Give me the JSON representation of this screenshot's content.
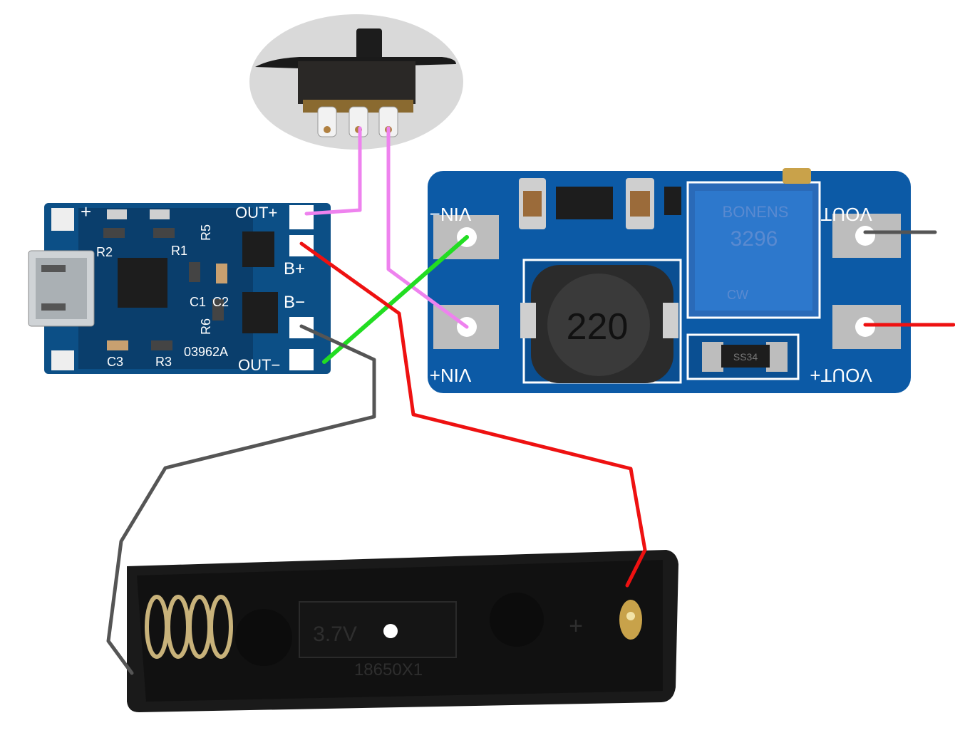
{
  "charger_board": {
    "labels": {
      "out_plus": "OUT+",
      "out_minus": "OUT−",
      "b_plus": "B+",
      "b_minus": "B−",
      "r1": "R1",
      "r2": "R2",
      "r3": "R3",
      "r5": "R5",
      "r6": "R6",
      "c1": "C1",
      "c2": "C2",
      "c3": "C3",
      "plus": "+",
      "board_code": "03962A"
    }
  },
  "boost_board": {
    "labels": {
      "vin_minus": "VIN−",
      "vin_plus": "VIN+",
      "vout_minus": "VOUT−",
      "vout_plus": "VOUT+",
      "inductor": "220",
      "pot_brand": "BONENS",
      "pot_model": "3296",
      "pot_cw": "CW",
      "diode": "SS34"
    }
  },
  "battery_holder": {
    "labels": {
      "voltage": "3.7V",
      "model": "18650X1",
      "plus": "+"
    }
  },
  "wires": [
    {
      "name": "switch-to-out-plus",
      "color": "#ee82ee"
    },
    {
      "name": "switch-to-vin-plus",
      "color": "#ee82ee"
    },
    {
      "name": "out-minus-to-vin-minus",
      "color": "#22dd22"
    },
    {
      "name": "b-plus-to-battery-plus",
      "color": "#ee1111"
    },
    {
      "name": "b-minus-to-battery-minus",
      "color": "#555555"
    },
    {
      "name": "vout-minus-lead",
      "color": "#555555"
    },
    {
      "name": "vout-plus-lead",
      "color": "#ee1111"
    }
  ]
}
